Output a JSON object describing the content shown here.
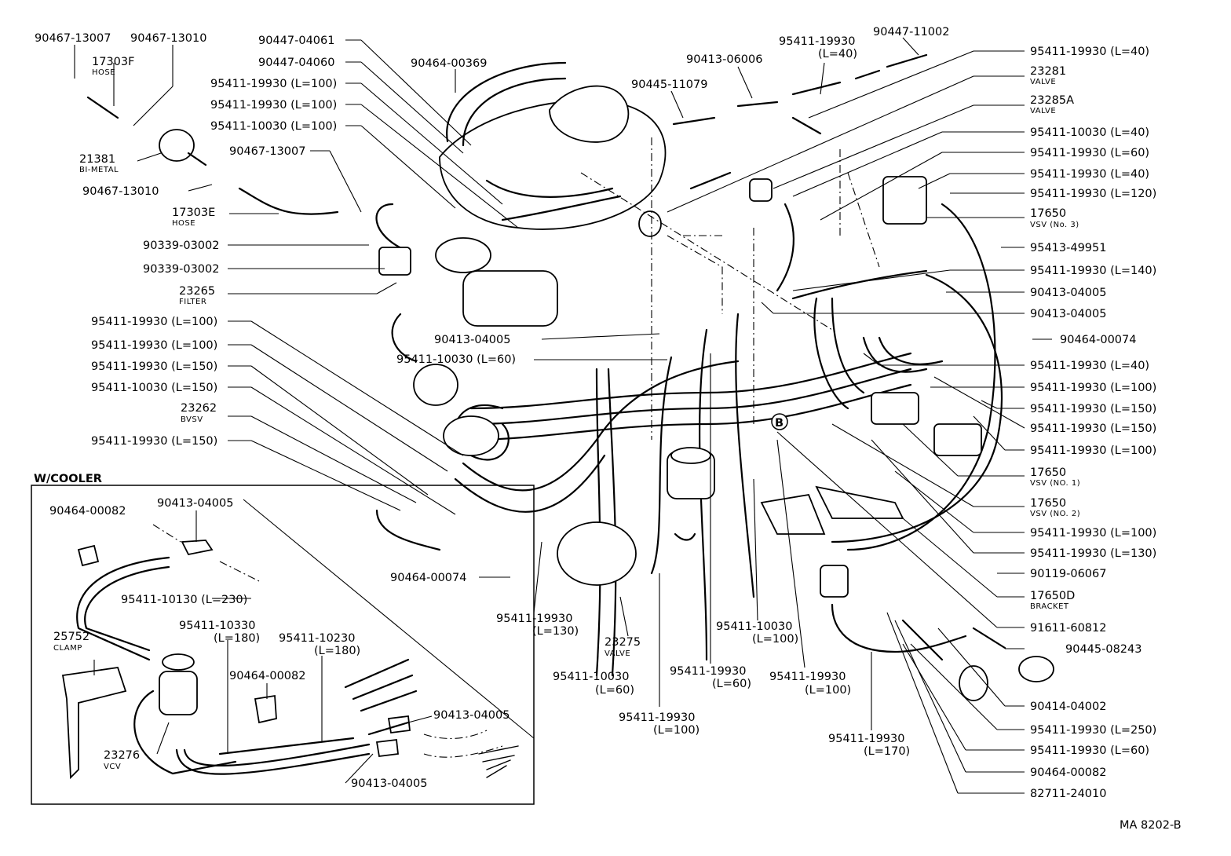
{
  "inset": {
    "title": "W/COOLER"
  },
  "marker_b": "B",
  "drawing_code": "MA 8202-B",
  "left_labels": [
    {
      "num": "90467-13007",
      "sub": ""
    },
    {
      "num": "90467-13010",
      "sub": ""
    },
    {
      "num": "17303F",
      "sub": "HOSE"
    },
    {
      "num": "21381",
      "sub": "BI-METAL"
    },
    {
      "num": "90467-13010",
      "sub": ""
    },
    {
      "num": "17303E",
      "sub": "HOSE"
    },
    {
      "num": "90467-13007",
      "sub": ""
    },
    {
      "num": "90339-03002",
      "sub": ""
    },
    {
      "num": "90339-03002",
      "sub": ""
    },
    {
      "num": "23265",
      "sub": "FILTER"
    },
    {
      "num": "95411-19930 (L=100)",
      "sub": ""
    },
    {
      "num": "95411-19930 (L=100)",
      "sub": ""
    },
    {
      "num": "95411-19930 (L=150)",
      "sub": ""
    },
    {
      "num": "95411-10030 (L=150)",
      "sub": ""
    },
    {
      "num": "23262",
      "sub": "BVSV"
    },
    {
      "num": "95411-19930 (L=150)",
      "sub": ""
    }
  ],
  "top_labels": [
    {
      "num": "90447-04061",
      "sub": ""
    },
    {
      "num": "90447-04060",
      "sub": ""
    },
    {
      "num": "95411-19930 (L=100)",
      "sub": ""
    },
    {
      "num": "95411-19930 (L=100)",
      "sub": ""
    },
    {
      "num": "95411-10030 (L=100)",
      "sub": ""
    },
    {
      "num": "90464-00369",
      "sub": ""
    },
    {
      "num": "90413-06006",
      "sub": ""
    },
    {
      "num": "90445-11079",
      "sub": ""
    },
    {
      "num": "95411-19930",
      "sub": "(L=40)"
    },
    {
      "num": "90447-11002",
      "sub": ""
    }
  ],
  "right_labels": [
    {
      "num": "95411-19930 (L=40)",
      "sub": ""
    },
    {
      "num": "23281",
      "sub": "VALVE"
    },
    {
      "num": "23285A",
      "sub": "VALVE"
    },
    {
      "num": "95411-10030 (L=40)",
      "sub": ""
    },
    {
      "num": "95411-19930 (L=60)",
      "sub": ""
    },
    {
      "num": "95411-19930 (L=40)",
      "sub": ""
    },
    {
      "num": "95411-19930 (L=120)",
      "sub": ""
    },
    {
      "num": "17650",
      "sub": "VSV (No. 3)"
    },
    {
      "num": "95413-49951",
      "sub": ""
    },
    {
      "num": "95411-19930 (L=140)",
      "sub": ""
    },
    {
      "num": "90413-04005",
      "sub": ""
    },
    {
      "num": "90413-04005",
      "sub": ""
    },
    {
      "num": "90464-00074",
      "sub": ""
    },
    {
      "num": "95411-19930 (L=40)",
      "sub": ""
    },
    {
      "num": "95411-19930 (L=100)",
      "sub": ""
    },
    {
      "num": "95411-19930 (L=150)",
      "sub": ""
    },
    {
      "num": "95411-19930 (L=150)",
      "sub": ""
    },
    {
      "num": "95411-19930 (L=100)",
      "sub": ""
    },
    {
      "num": "17650",
      "sub": "VSV (NO. 1)"
    },
    {
      "num": "17650",
      "sub": "VSV (NO. 2)"
    },
    {
      "num": "95411-19930 (L=100)",
      "sub": ""
    },
    {
      "num": "95411-19930 (L=130)",
      "sub": ""
    },
    {
      "num": "90119-06067",
      "sub": ""
    },
    {
      "num": "17650D",
      "sub": "BRACKET"
    },
    {
      "num": "91611-60812",
      "sub": ""
    },
    {
      "num": "90445-08243",
      "sub": ""
    },
    {
      "num": "90414-04002",
      "sub": ""
    },
    {
      "num": "95411-19930 (L=250)",
      "sub": ""
    },
    {
      "num": "95411-19930 (L=60)",
      "sub": ""
    },
    {
      "num": "90464-00082",
      "sub": ""
    },
    {
      "num": "82711-24010",
      "sub": ""
    }
  ],
  "center_labels": [
    {
      "num": "90413-04005",
      "sub": ""
    },
    {
      "num": "95411-10030 (L=60)",
      "sub": ""
    },
    {
      "num": "90464-00074",
      "sub": ""
    },
    {
      "num": "95411-19930",
      "sub": "(L=130)"
    },
    {
      "num": "23275",
      "sub": "VALVE"
    },
    {
      "num": "95411-10030",
      "sub": "(L=60)"
    },
    {
      "num": "95411-19930",
      "sub": "(L=100)"
    },
    {
      "num": "95411-19930",
      "sub": "(L=60)"
    },
    {
      "num": "95411-10030",
      "sub": "(L=100)"
    },
    {
      "num": "95411-19930",
      "sub": "(L=100)"
    },
    {
      "num": "95411-19930",
      "sub": "(L=170)"
    }
  ],
  "inset_labels": [
    {
      "num": "90464-00082",
      "sub": ""
    },
    {
      "num": "90413-04005",
      "sub": ""
    },
    {
      "num": "95411-10130 (L=230)",
      "sub": ""
    },
    {
      "num": "25752",
      "sub": "CLAMP"
    },
    {
      "num": "95411-10330",
      "sub": "(L=180)"
    },
    {
      "num": "95411-10230",
      "sub": "(L=180)"
    },
    {
      "num": "90464-00082",
      "sub": ""
    },
    {
      "num": "90413-04005",
      "sub": ""
    },
    {
      "num": "23276",
      "sub": "VCV"
    },
    {
      "num": "90413-04005",
      "sub": ""
    }
  ]
}
